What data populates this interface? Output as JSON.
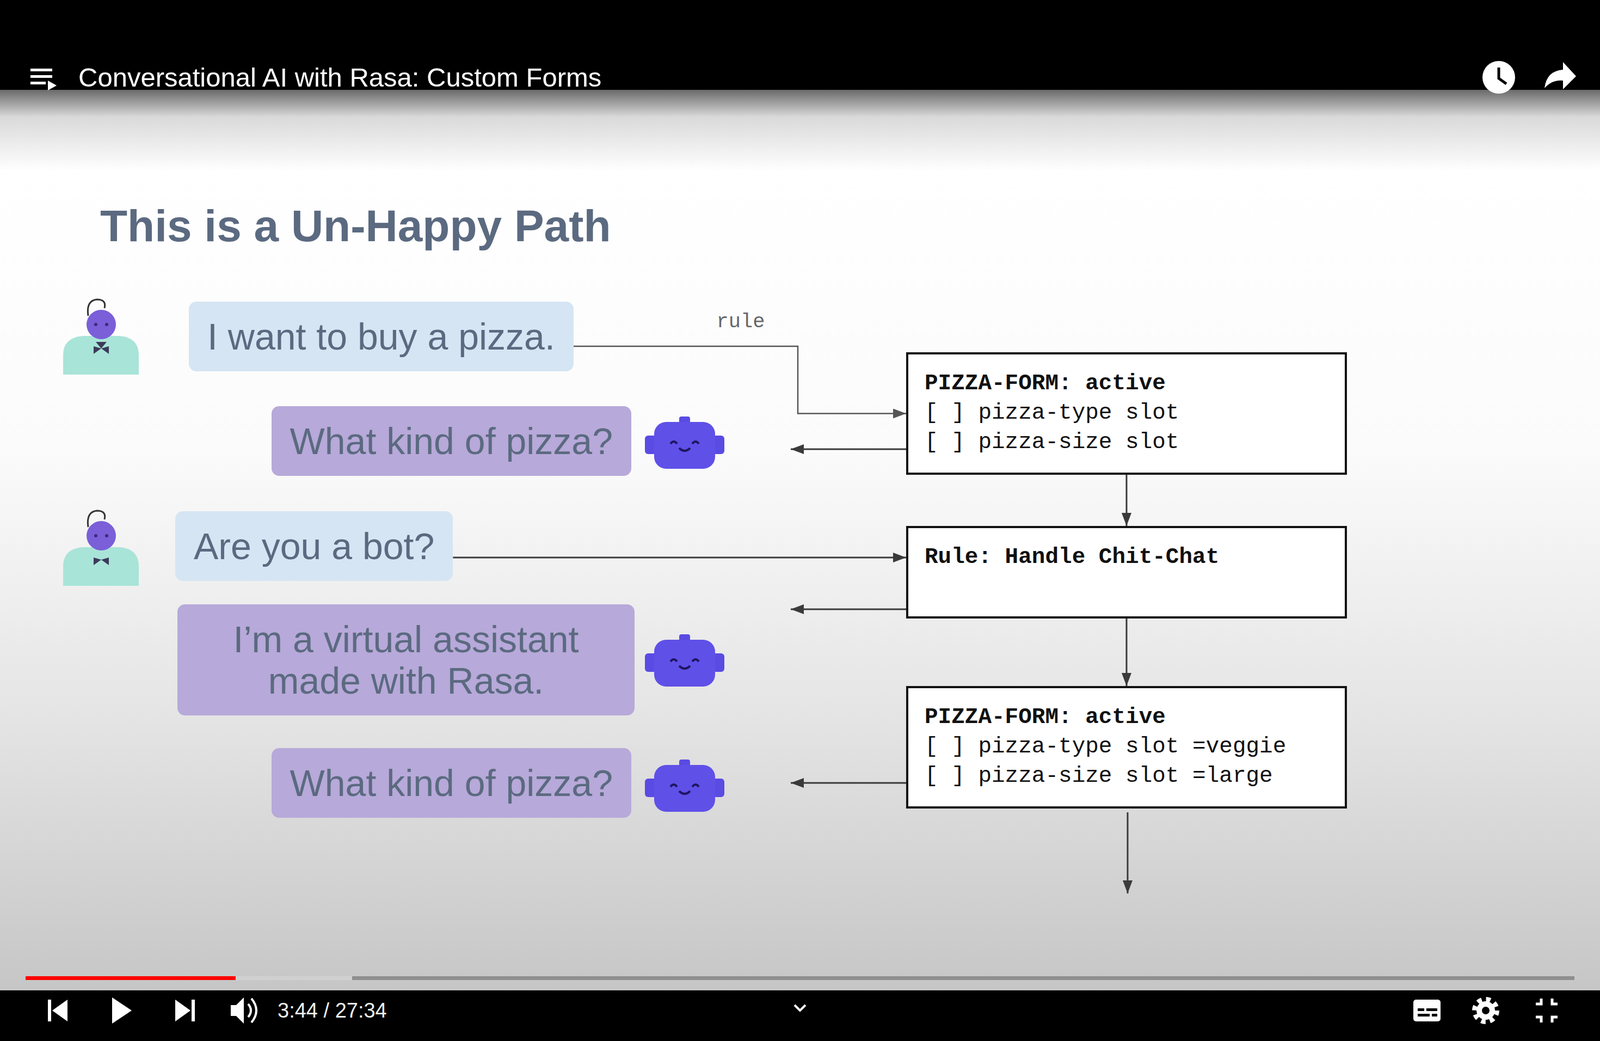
{
  "diagram": {
    "title": "This is a Un-Happy Path",
    "nodes": [
      {
        "text": [
          "I want to buy a pizza."
        ]
      },
      {
        "text": [
          "PIZZA-FORM: active",
          "[ ] pizza-type slot",
          "[ ] pizza-size slot"
        ]
      },
      {
        "text": [
          "What kind of pizza?"
        ]
      },
      {
        "text": [
          "Are you a bot?"
        ]
      },
      {
        "text": [
          "Rule: Handle Chit-Chat"
        ]
      },
      {
        "text": [
          "I’m a virtual assistant made with Rasa."
        ]
      },
      {
        "text": [
          "What kind of pizza?"
        ]
      },
      {
        "text": [
          "PIZZA-FORM: active",
          "[ ] pizza-type slot =veggie",
          "[ ] pizza-size slot =large"
        ]
      }
    ],
    "edges": [
      {
        "from": 0,
        "to": 1,
        "label": "rule",
        "arrow": "to"
      },
      {
        "from": 1,
        "to": 2,
        "arrow": "to"
      },
      {
        "from": 3,
        "to": 4,
        "arrow": "to"
      },
      {
        "from": 4,
        "to": 5,
        "arrow": "to"
      },
      {
        "from": 7,
        "to": 6,
        "arrow": "to"
      },
      {
        "from": 1,
        "to": 4,
        "arrow": "to"
      },
      {
        "from": 4,
        "to": 7,
        "arrow": "to"
      }
    ],
    "labels": [
      "Conversational AI with Rasa: Custom Forms",
      "3:44 / 27:34"
    ]
  }
}
